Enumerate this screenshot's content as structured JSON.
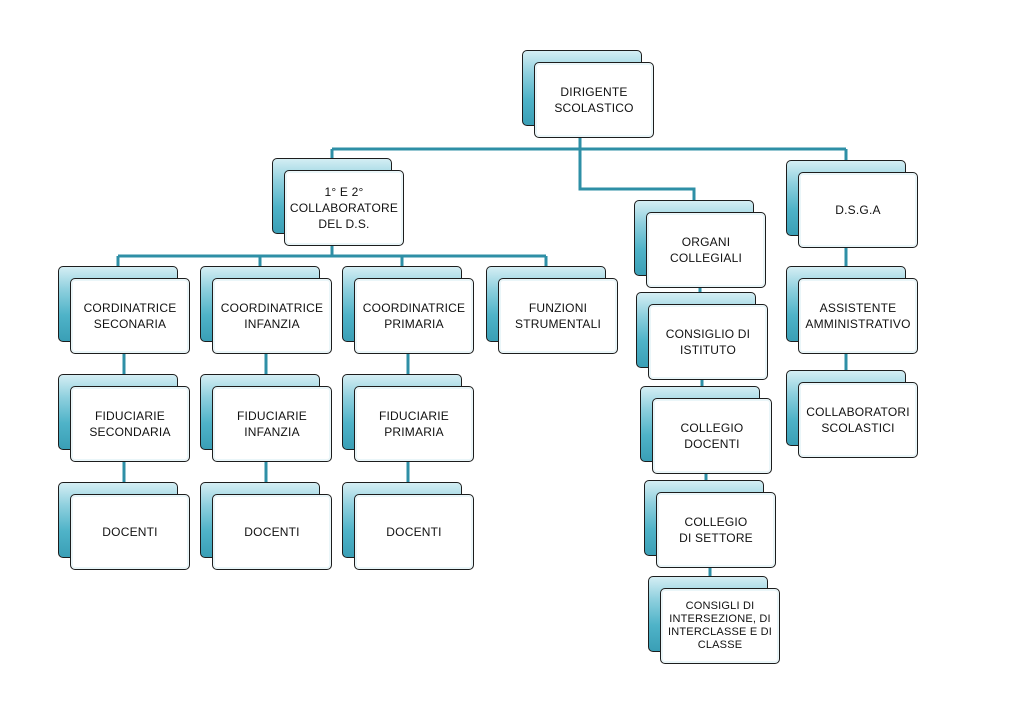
{
  "line_color": "#2e8fa6",
  "nodes": {
    "dirigente": "DIRIGENTE\nSCOLASTICO",
    "collaboratore": "1° E 2°\nCOLLABORATORE\nDEL D.S.",
    "organi": "ORGANI\nCOLLEGIALI",
    "dsga": "D.S.G.A",
    "cord_secondaria": "CORDINATRICE\nSECONARIA",
    "coord_infanzia": "COORDINATRICE\nINFANZIA",
    "coord_primaria": "COORDINATRICE\nPRIMARIA",
    "funzioni": "FUNZIONI\nSTRUMENTALI",
    "fid_secondaria": "FIDUCIARIE\nSECONDARIA",
    "fid_infanzia": "FIDUCIARIE\nINFANZIA",
    "fid_primaria": "FIDUCIARIE\nPRIMARIA",
    "docenti_1": "DOCENTI",
    "docenti_2": "DOCENTI",
    "docenti_3": "DOCENTI",
    "consiglio_istituto": "CONSIGLIO DI\nISTITUTO",
    "collegio_docenti": "COLLEGIO\nDOCENTI",
    "collegio_settore": "COLLEGIO\nDI SETTORE",
    "consigli": "CONSIGLI DI\nINTERSEZIONE, DI\nINTERCLASSE E DI\nCLASSE",
    "assistente": "ASSISTENTE\nAMMINISTRATIVO",
    "collaboratori_scol": "COLLABORATORI\nSCOLASTICI"
  }
}
